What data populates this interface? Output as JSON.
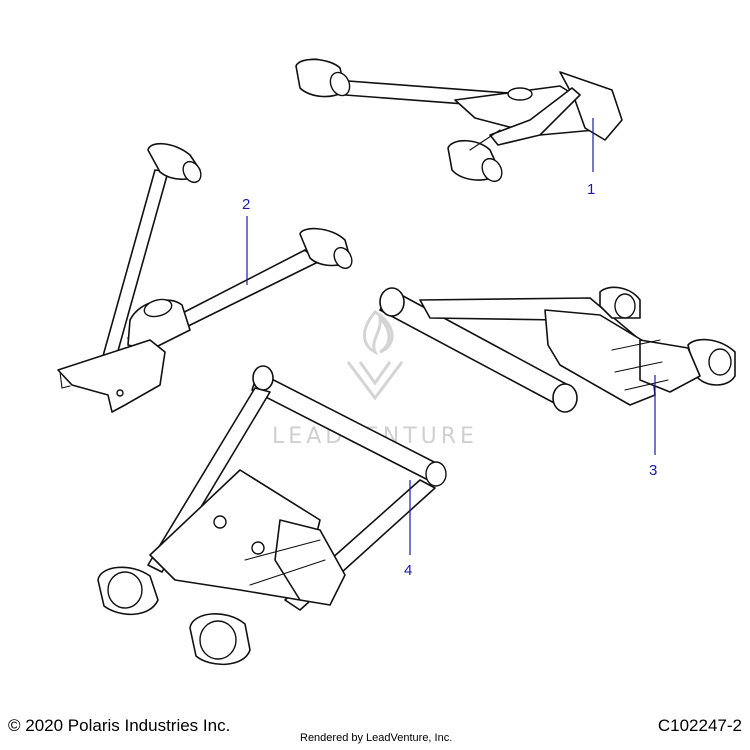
{
  "diagram": {
    "callouts": [
      {
        "id": "1",
        "label": "1"
      },
      {
        "id": "2",
        "label": "2"
      },
      {
        "id": "3",
        "label": "3"
      },
      {
        "id": "4",
        "label": "4"
      }
    ],
    "watermark": {
      "text": "LEADVENTURE",
      "icon": "leadventure-flame-v-logo"
    },
    "colors": {
      "line": "#111111",
      "callout": "#1a1aa8",
      "watermark": "#d0d0d0"
    }
  },
  "footer": {
    "copyright": "© 2020 Polaris Industries Inc.",
    "rendered_by": "Rendered by LeadVenture, Inc.",
    "part_code": "C102247-2"
  }
}
